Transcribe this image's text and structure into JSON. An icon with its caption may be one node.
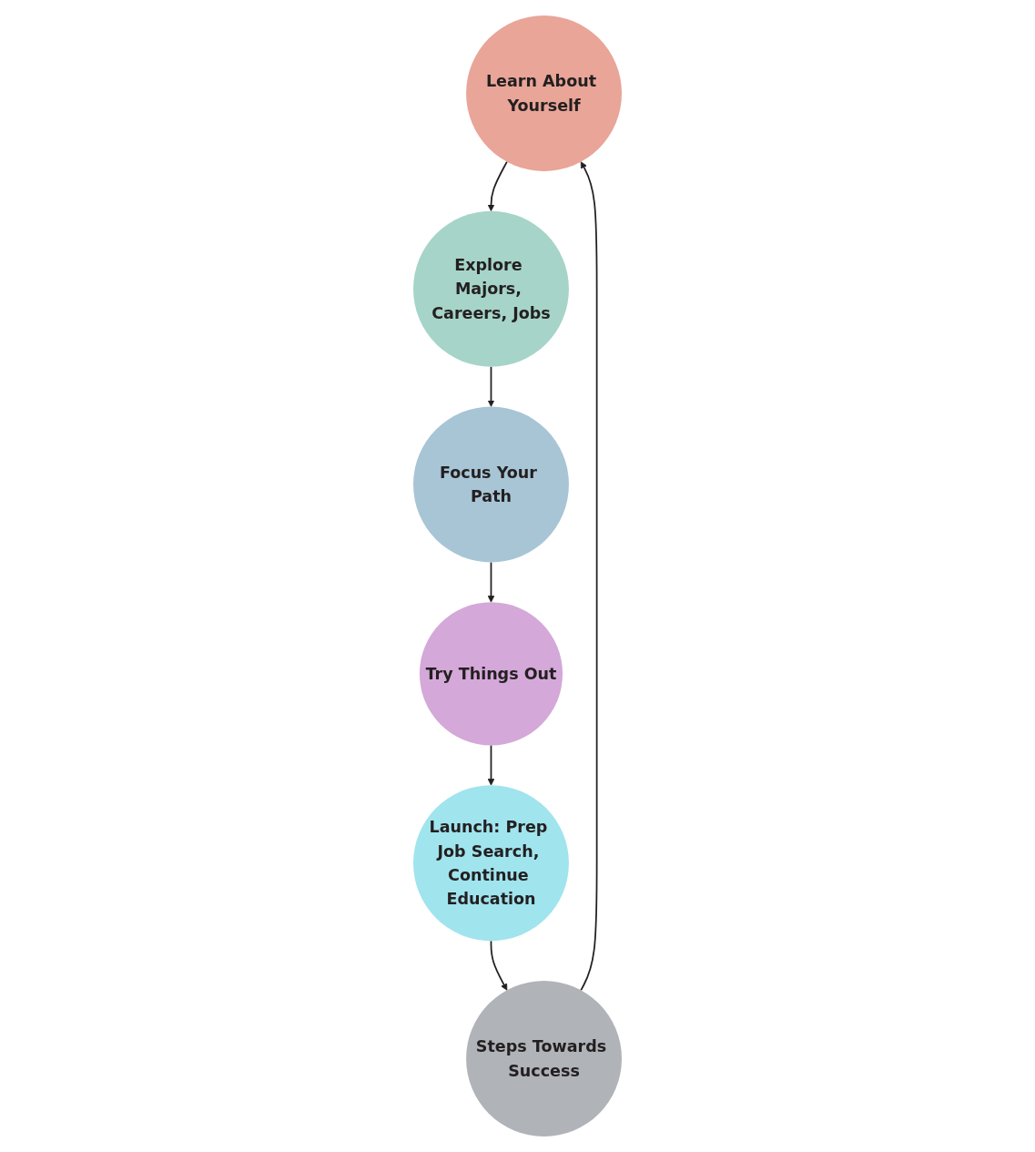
{
  "diagram": {
    "nodes": [
      {
        "text": [
          "Learn About Yourself"
        ]
      },
      {
        "text": [
          "Explore Majors, Careers, Jobs"
        ]
      },
      {
        "text": [
          "Focus Your Path"
        ]
      },
      {
        "text": [
          "Try Things Out"
        ]
      },
      {
        "text": [
          "Launch: Prep Job Search, Continue Education"
        ]
      },
      {
        "text": [
          "Steps Towards Success"
        ]
      }
    ],
    "edges": [
      {
        "from": 0,
        "to": 1,
        "arrow": "to"
      },
      {
        "from": 1,
        "to": 2,
        "arrow": "to"
      },
      {
        "from": 2,
        "to": 3,
        "arrow": "to"
      },
      {
        "from": 3,
        "to": 4,
        "arrow": "to"
      },
      {
        "from": 4,
        "to": 5,
        "arrow": "to"
      },
      {
        "from": 5,
        "to": 0,
        "arrow": "to"
      }
    ]
  }
}
